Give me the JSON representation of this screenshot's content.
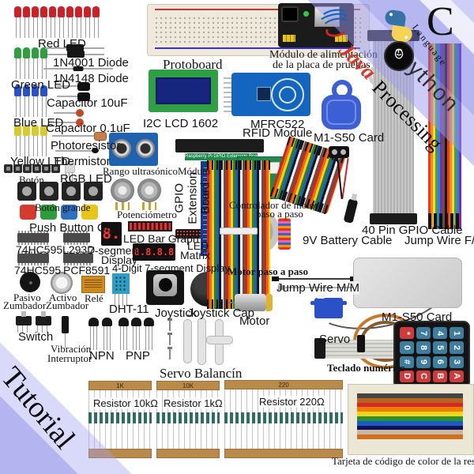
{
  "labels": {
    "red_led": "Red LED",
    "diode_1n4001": "1N4001 Diode",
    "diode_1n4148": "1N4148 Diode",
    "green_led": "Green LED",
    "capacitor_10uf": "Capacitor 10uF",
    "blue_led": "Blue LED",
    "capacitor_01uf": "Capacitor 0.1uF",
    "photoresistor": "Photoresistor",
    "yellow_led": "Yellow LED",
    "thermistor": "Thermistor",
    "boton": "Botón",
    "rgb_led": "RGB LED",
    "ultrasonic": "Rango ultrasónicoMódulo",
    "boton_grande": "Botón grande",
    "push_button_cap": "Push Button Cap",
    "potenciometro": "Potenciómetro",
    "ic_74hc595_a": "74HC595",
    "ic_l293d": "L293D",
    "ic_74hc595_b": "74HC595",
    "ic_pcf8591": "PCF8591",
    "seven_segment_line1": "7-segment",
    "seven_segment_line2": "Display",
    "led_bar_graph": "LED Bar Graph",
    "led_matrix_line1": "LED",
    "led_matrix_line2": "Matrix",
    "four_digit_display": "4-Digit 7-segment Display",
    "pasivo_line1": "Pasivo",
    "pasivo_line2": "Zumbador",
    "activo_line1": "Activo",
    "activo_line2": "Zumbador",
    "rele": "Relé",
    "dht11": "DHT-11",
    "joystick": "Joystick",
    "joystick_cap": "Joystick Cap",
    "switch": "Switch",
    "vibracion_line1": "Vibración",
    "vibracion_line2": "Interruptor",
    "npn": "NPN",
    "pnp": "PNP",
    "servo_balancin": "Servo Balancín",
    "protoboard": "Protoboard",
    "power_module_line1": "Módulo de alimentación",
    "power_module_line2": "de la placa de pruebas",
    "i2c_lcd": "I2C LCD 1602",
    "mfrc522_line1": "MFRC522",
    "mfrc522_line2": "RFID Module",
    "m1_s50_fob": "M1-S50 Card",
    "controlador_line1": "Controlador de motor",
    "controlador_line2": "paso a paso",
    "motor_paso": "Motor paso a paso",
    "gpio_cable": "40 Pin GPIO Cable",
    "battery_cable": "9V Battery Cable",
    "jump_wire_fm": "Jump Wire F/M",
    "jump_wire_mm": "Jump Wire M/M",
    "motor": "Motor",
    "servo": "Servo",
    "m1_s50_card": "M1-S50 Card",
    "teclado": "Teclado numérico",
    "resistor_10k": "Resistor 10kΩ",
    "resistor_1k": "Resistor 1kΩ",
    "resistor_220": "Resistor 220Ω",
    "tarjeta": "Tarjeta de código de color de la resistencia",
    "tutorial": "Tutorial"
  },
  "branding": {
    "java": "Java",
    "python": "python",
    "c_letter": "C",
    "c_language": "Language",
    "processing": "Processing"
  },
  "boards": {
    "gpio_strip": "Raspberry Pi GPIO Extension Board",
    "gpio_vertical": "GPIO Extension Board"
  },
  "displays": {
    "seven_segment_digit": "8.",
    "four_digit_value": "8.8.8.8"
  },
  "resistor_tapes": {
    "strip_10k": "1K",
    "strip_1k": "10K",
    "strip_220": "220"
  },
  "keypad": {
    "keys": [
      "*",
      "7",
      "4",
      "1",
      "0",
      "8",
      "5",
      "2",
      "#",
      "9",
      "6",
      "3",
      "D",
      "C",
      "B",
      "A"
    ]
  },
  "colors": {
    "banner_light": "#9a9aee",
    "banner_deep": "#7171e2",
    "keypad_red": "#cf3a3a",
    "keypad_blue": "#3f7d9e",
    "led_red": "#cc2127",
    "led_green": "#2f9e3f",
    "led_blue": "#2a52c8",
    "led_yellow": "#d8ca2e"
  }
}
